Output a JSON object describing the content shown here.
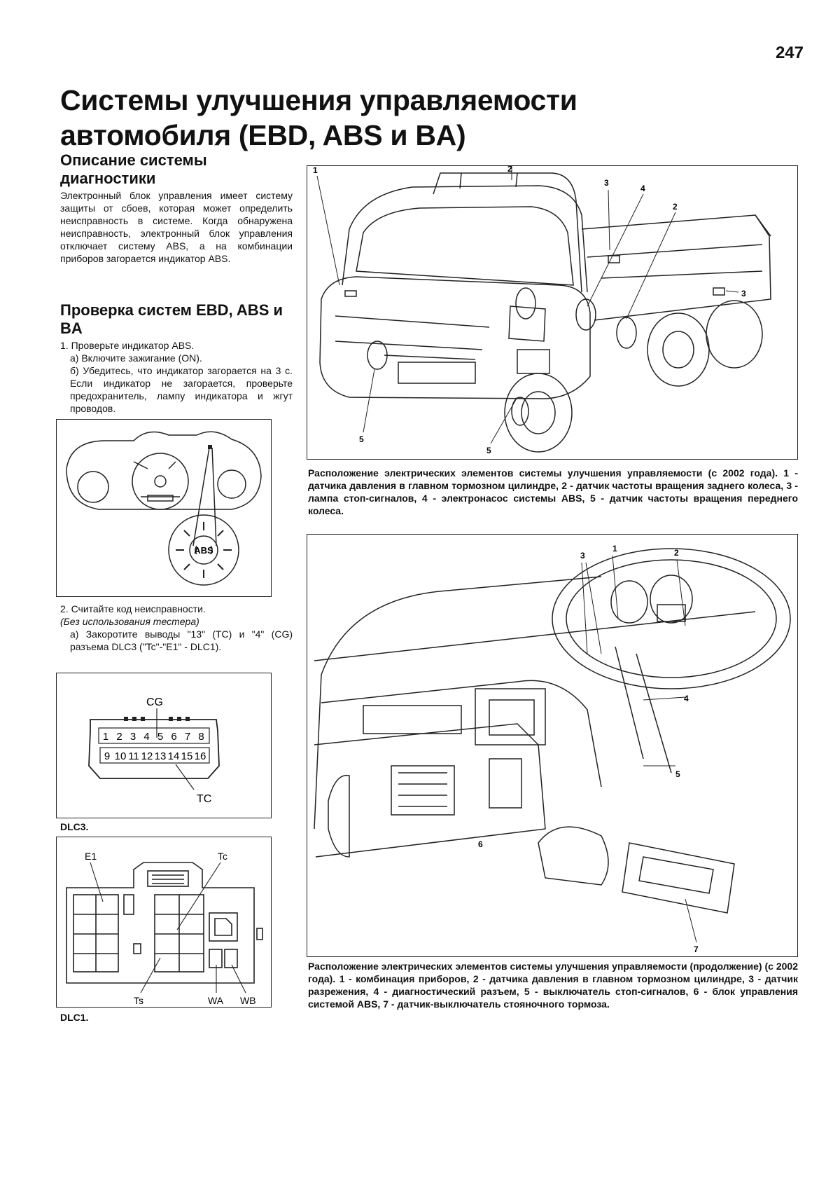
{
  "page_number": "247",
  "title": "Системы улучшения управляемости автомобиля (EBD, ABS и BA)",
  "section1": {
    "heading": "Описание системы диагностики",
    "text": "Электронный блок управления имеет систему защиты от сбоев, которая может определить неисправность в системе. Когда обнаружена неисправность, электронный блок управления отключает систему ABS, а на комбинации приборов загорается индикатор ABS."
  },
  "section2": {
    "heading": "Проверка систем EBD, ABS и BA",
    "step1": "1. Проверьте индикатор ABS.",
    "step1a": "а) Включите зажигание (ON).",
    "step1b": "б) Убедитесь, что индикатор загорается на 3 с. Если индикатор не загорается, проверьте предохранитель, лампу индикатора и жгут проводов.",
    "step2": "2. Считайте код неисправности.",
    "step2_note": "(Без использования тестера)",
    "step2a": "а) Закоротите выводы \"13\" (TC) и \"4\" (CG) разъема DLC3 (\"Tc\"-\"E1\" - DLC1)."
  },
  "abs_indicator": {
    "label": "ABS"
  },
  "dlc3": {
    "caption": "DLC3.",
    "label_cg": "CG",
    "label_tc": "TC",
    "pins_top": [
      "1",
      "2",
      "3",
      "4",
      "5",
      "6",
      "7",
      "8"
    ],
    "pins_bottom": [
      "9",
      "10",
      "11",
      "12",
      "13",
      "14",
      "15",
      "16"
    ]
  },
  "dlc1": {
    "caption": "DLC1.",
    "label_e1": "E1",
    "label_tc": "Tc",
    "label_ts": "Ts",
    "label_wa": "WA",
    "label_wb": "WB"
  },
  "truck_figure": {
    "callouts": [
      "1",
      "2",
      "3",
      "4",
      "2",
      "3",
      "5",
      "5"
    ],
    "caption": "Расположение электрических элементов системы улучшения управляемости (с 2002 года). 1 - датчика давления в главном тормозном цилиндре, 2 - датчик частоты вращения заднего колеса, 3 - лампа стоп-сигналов, 4 - электронасос системы ABS, 5 - датчик частоты вращения переднего колеса."
  },
  "cabin_figure": {
    "callouts": [
      "1",
      "2",
      "3",
      "4",
      "5",
      "6",
      "7"
    ],
    "caption": "Расположение электрических элементов системы улучшения управляемости (продолжение) (с 2002 года). 1 - комбинация приборов, 2 - датчика давления в главном тормозном цилиндре, 3 - датчик разрежения, 4 - диагностический разъем, 5 - выключатель стоп-сигналов, 6 - блок управления системой ABS, 7 - датчик-выключатель стояночного тормоза."
  }
}
